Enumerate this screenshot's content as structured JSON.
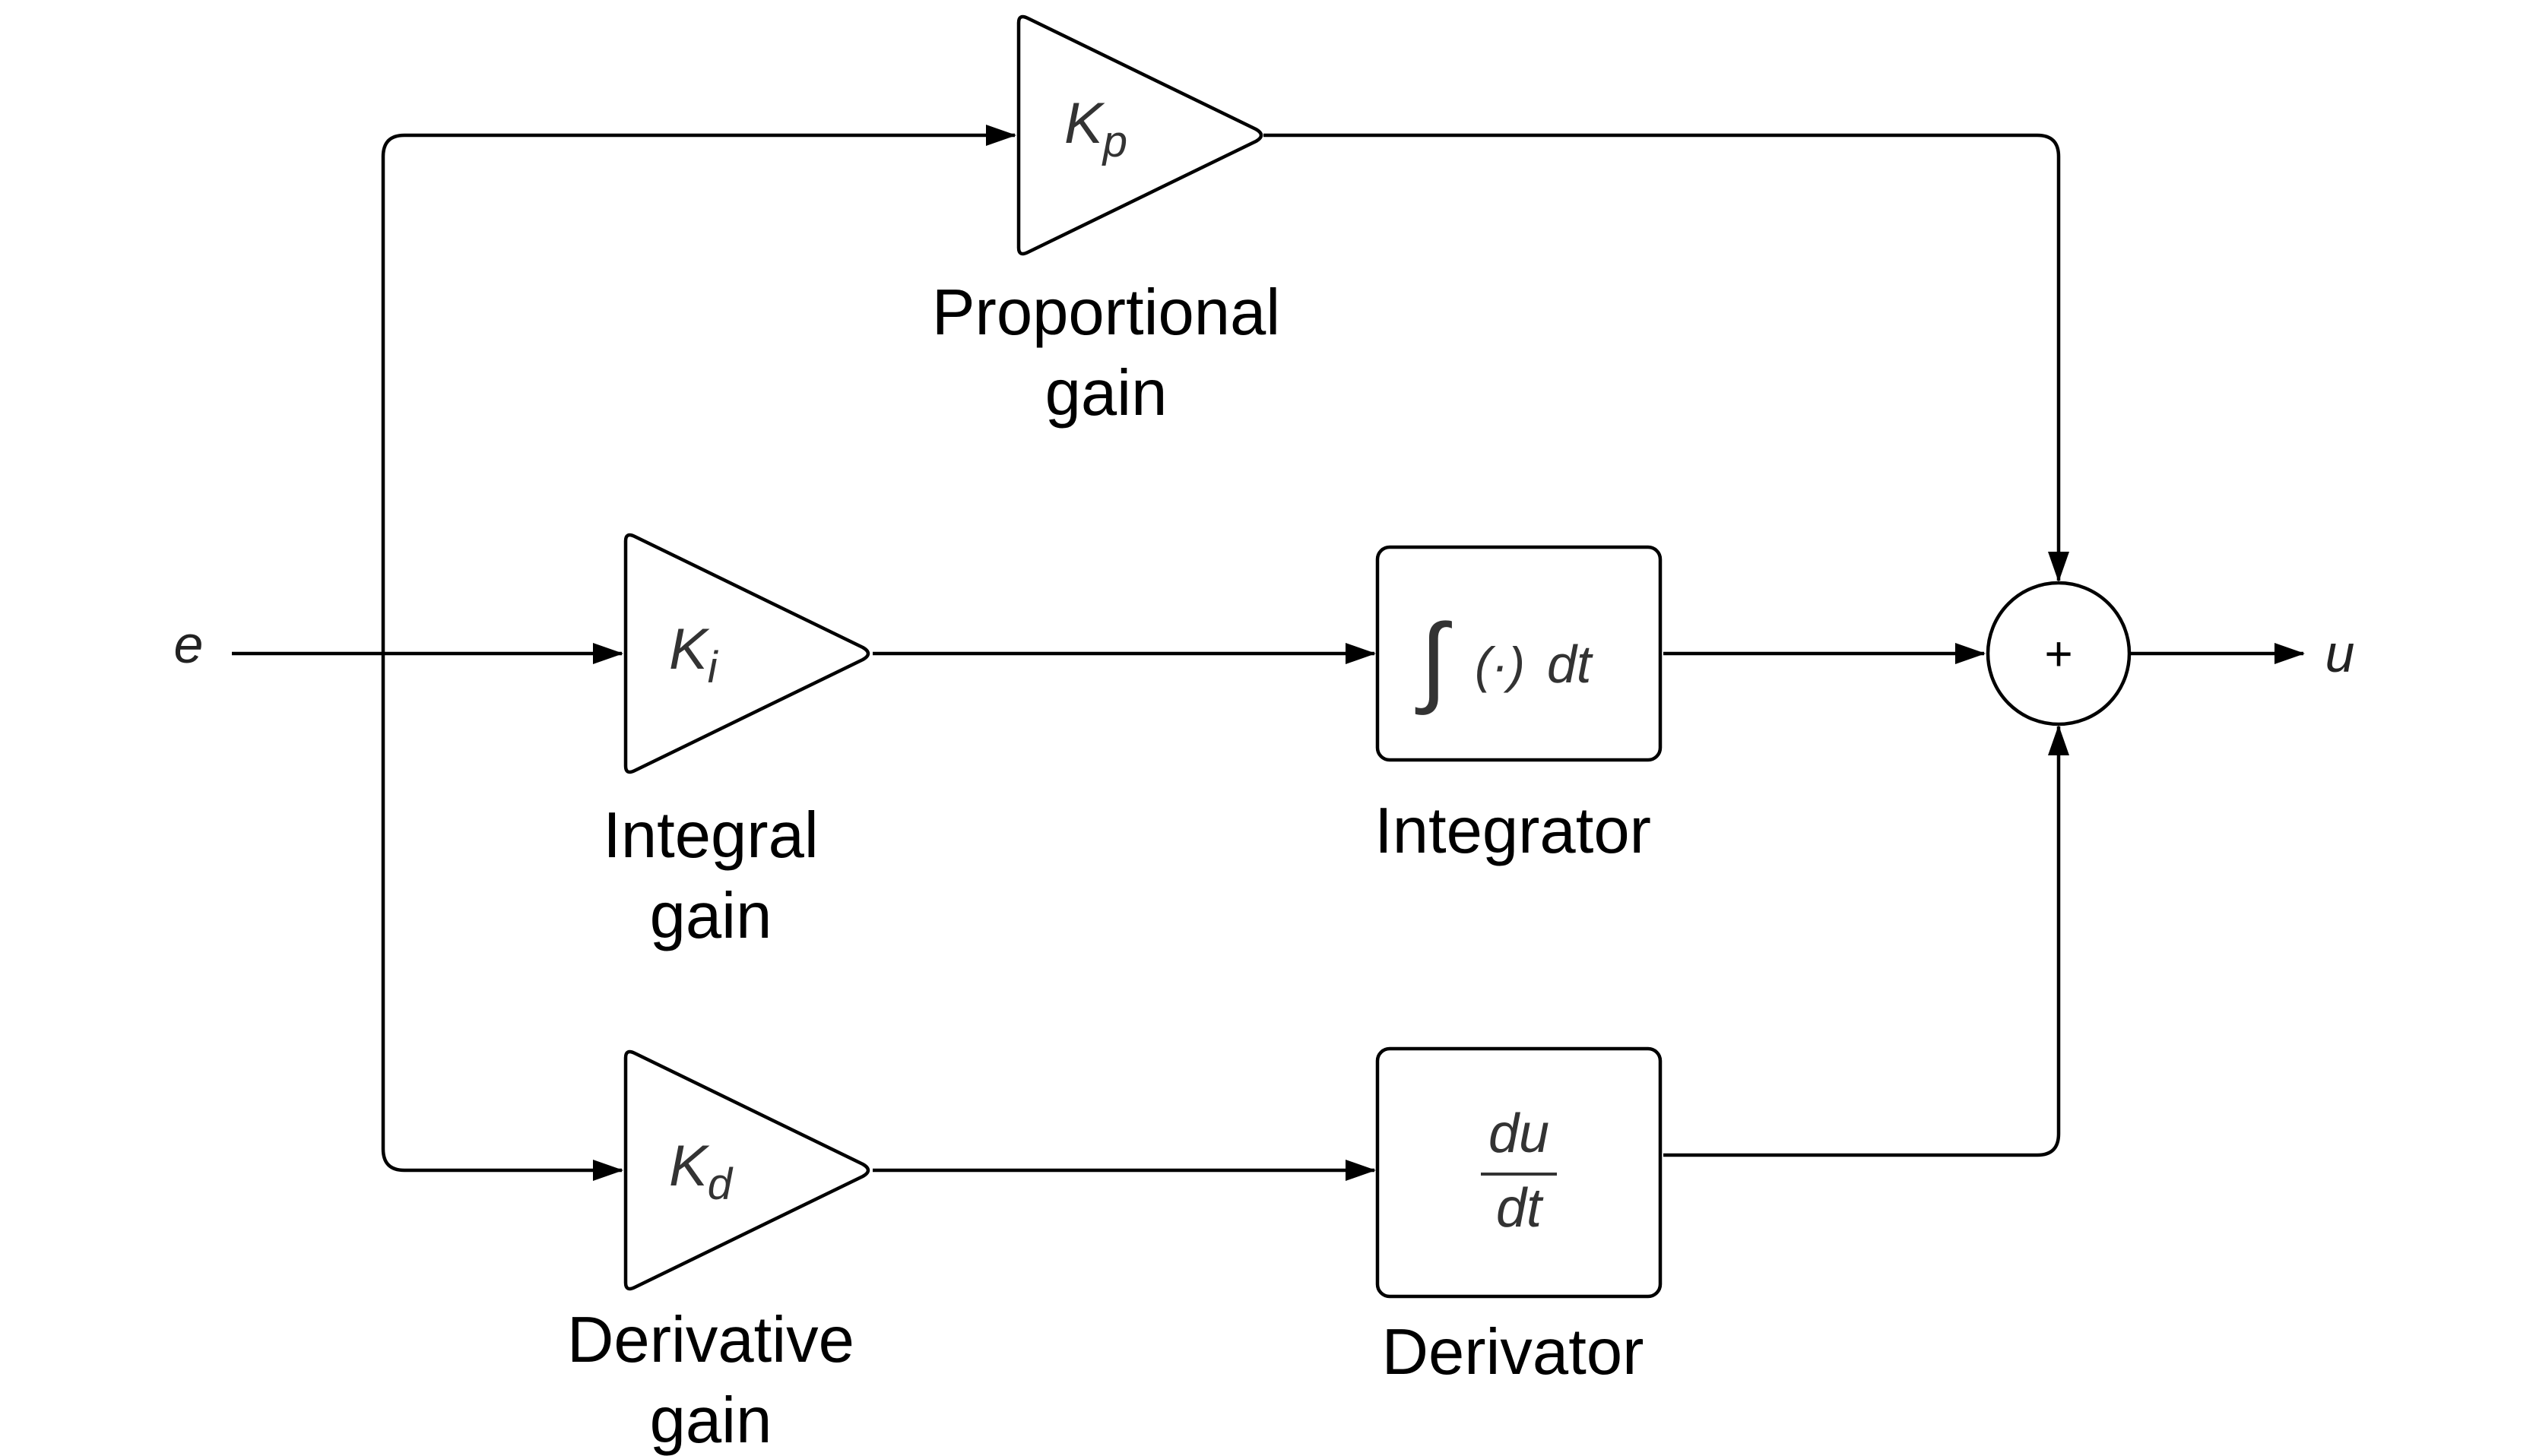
{
  "signals": {
    "input": "e",
    "output": "u"
  },
  "proportional": {
    "gain_symbol": "K",
    "gain_sub": "p",
    "label_line1": "Proportional",
    "label_line2": "gain"
  },
  "integral": {
    "gain_symbol": "K",
    "gain_sub": "i",
    "label_line1": "Integral",
    "label_line2": "gain"
  },
  "derivative": {
    "gain_symbol": "K",
    "gain_sub": "d",
    "label_line1": "Derivative",
    "label_line2": "gain"
  },
  "integrator": {
    "integral_sign": "∫",
    "expression": "(·)",
    "differential": "dt",
    "label": "Integrator"
  },
  "derivator": {
    "numerator": "du",
    "denominator": "dt",
    "label": "Derivator"
  },
  "summer": {
    "symbol": "+"
  }
}
